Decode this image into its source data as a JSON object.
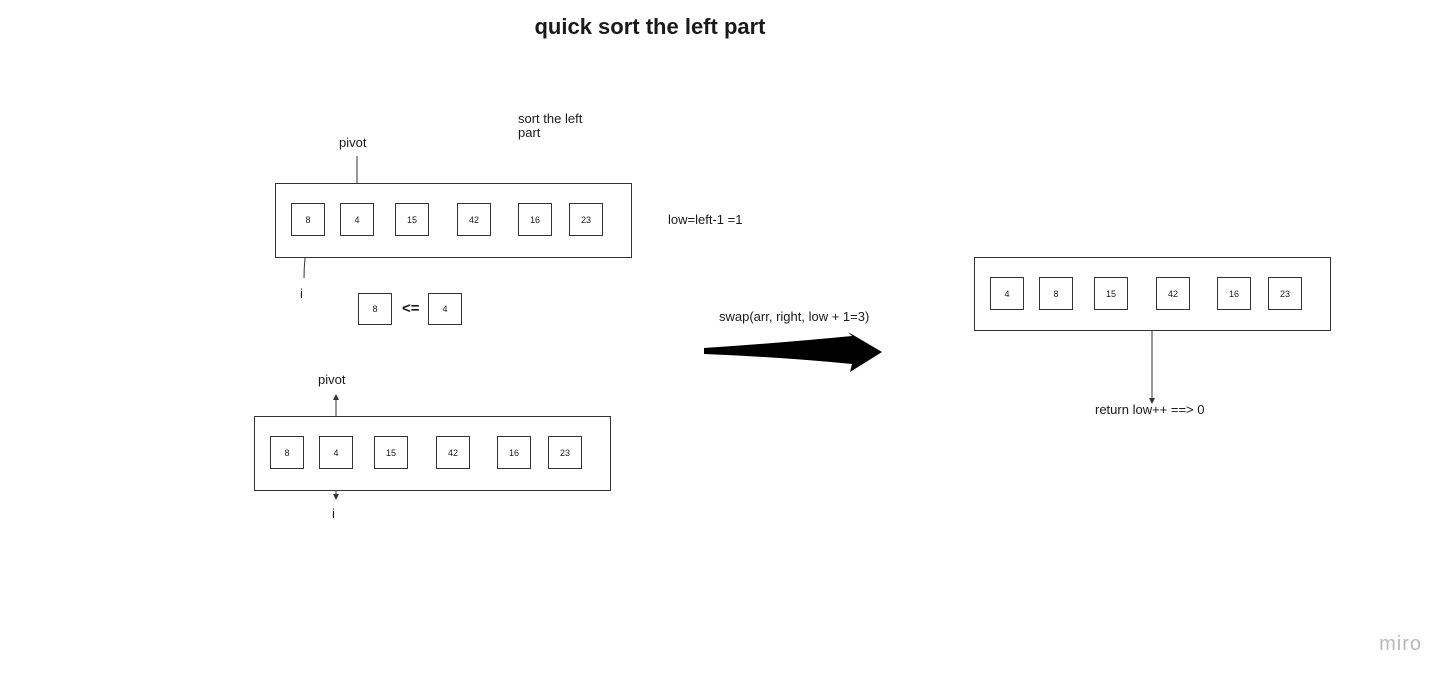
{
  "title": "quick sort the left part",
  "notes": {
    "sort_left_part": "sort the left part",
    "low_eq": "low=left-1 =1",
    "swap_call": "swap(arr, right, low + 1=3)",
    "return_low": "return low++ ==> 0"
  },
  "diagram_1": {
    "pivot_label": "pivot",
    "i_label": "i",
    "cells": [
      "8",
      "4",
      "15",
      "42",
      "16",
      "23"
    ]
  },
  "comparison": {
    "left": "8",
    "operator": "<=",
    "right": "4"
  },
  "diagram_2": {
    "pivot_label": "pivot",
    "i_label": "i",
    "cells": [
      "8",
      "4",
      "15",
      "42",
      "16",
      "23"
    ]
  },
  "diagram_result": {
    "cells": [
      "4",
      "8",
      "15",
      "42",
      "16",
      "23"
    ]
  },
  "watermark": "miro",
  "colors": {
    "stroke": "#333333",
    "text": "#1a1a1a",
    "watermark": "#b9b9b9",
    "arrow": "#000000"
  }
}
